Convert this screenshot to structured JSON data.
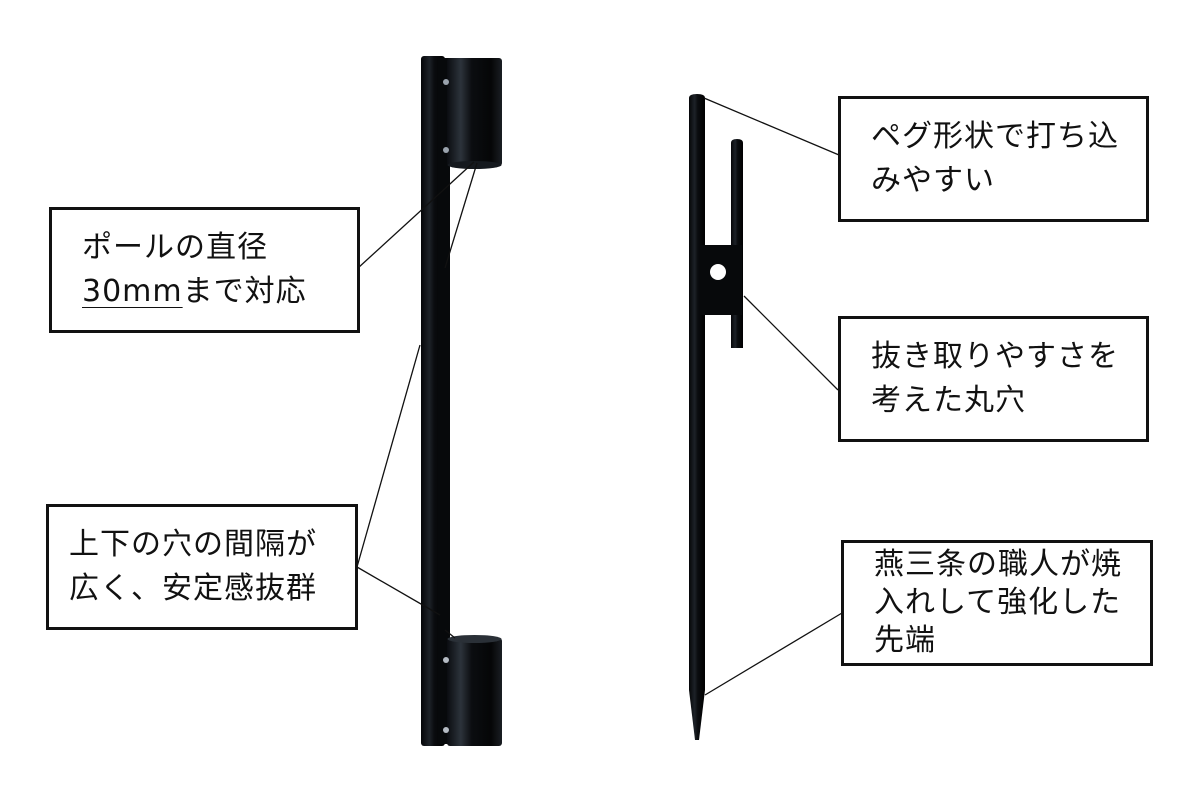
{
  "colors": {
    "background": "#ffffff",
    "metal": "#0d1014",
    "metal_highlight": "#3a4048",
    "border": "#111111",
    "text": "#111111"
  },
  "product_left": {
    "name": "pole-holder-bracket",
    "callouts": [
      {
        "id": "pole-diameter",
        "lines": [
          "ポールの直径",
          "30mmまで対応"
        ],
        "underlined_part": "30mm",
        "rest_of_line2": "まで対応"
      },
      {
        "id": "hole-spacing",
        "lines": [
          "上下の穴の間隔が",
          "広く、安定感抜群"
        ]
      }
    ]
  },
  "product_right": {
    "name": "peg-stake",
    "callouts": [
      {
        "id": "peg-shape",
        "lines": [
          "ペグ形状で打ち込",
          "みやすい"
        ]
      },
      {
        "id": "round-hole",
        "lines": [
          "抜き取りやすさを",
          "考えた丸穴"
        ]
      },
      {
        "id": "hardened-tip",
        "lines": [
          "燕三条の職人が焼",
          "入れして強化した",
          "先端"
        ]
      }
    ]
  }
}
